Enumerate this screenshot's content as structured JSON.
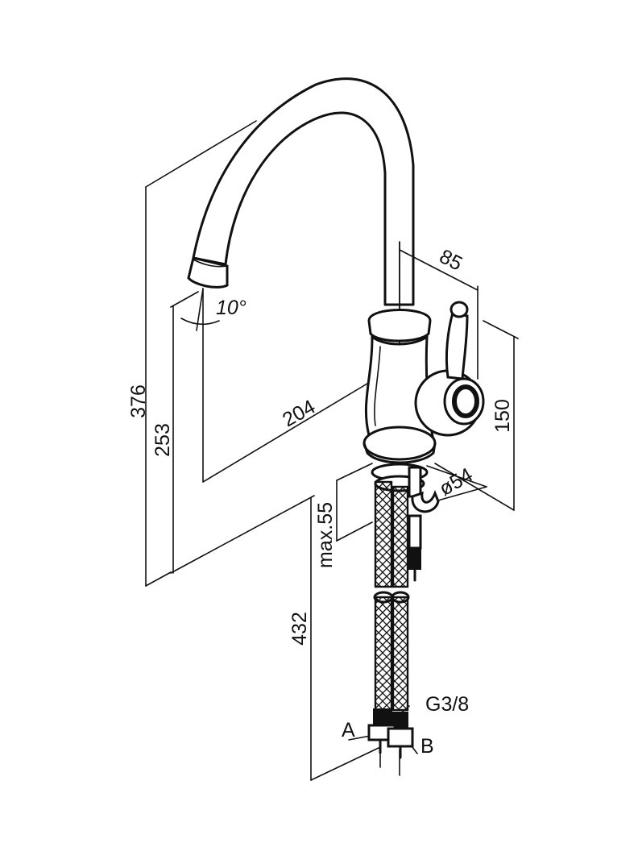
{
  "dimensions": {
    "overall_height": "376",
    "spout_clearance": "253",
    "spout_reach": "204",
    "handle_offset": "85",
    "body_height": "150",
    "base_diameter": "ø54",
    "max_thickness": "max.55",
    "hose_length": "432",
    "thread": "G3/8",
    "spout_angle": "10°"
  },
  "labels": {
    "inlet_a": "A",
    "inlet_b": "B"
  },
  "colors": {
    "line": "#111111",
    "background": "#ffffff"
  }
}
